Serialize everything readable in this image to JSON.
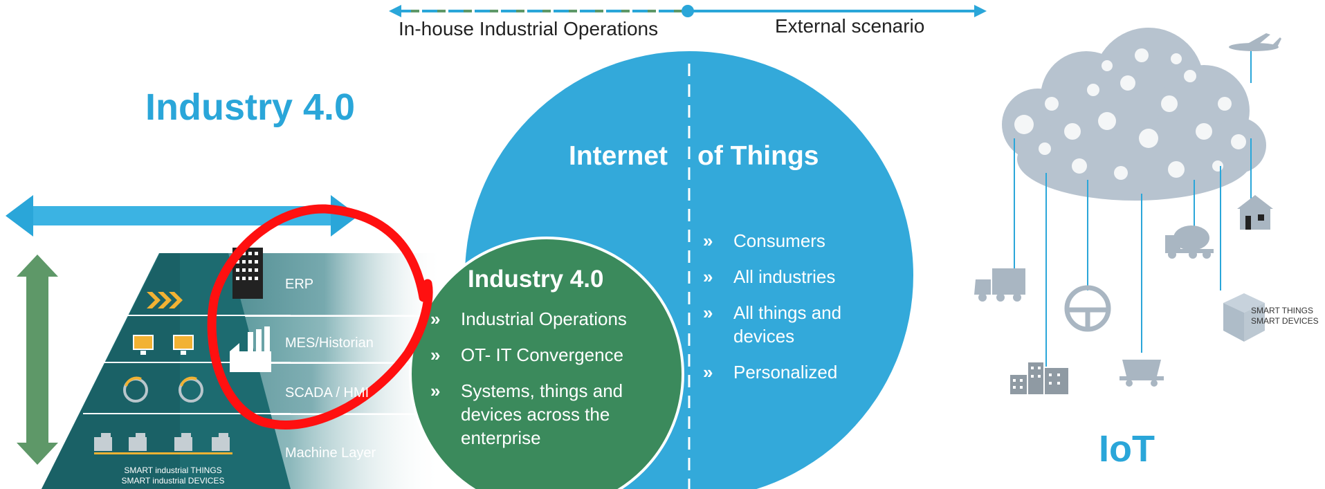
{
  "scenario_axis": {
    "left_label": "In-house Industrial Operations",
    "right_label": "External scenario"
  },
  "industry40_heading": "Industry 4.0",
  "pyramid": {
    "layers": [
      {
        "label": "ERP"
      },
      {
        "label": "MES/Historian"
      },
      {
        "label": "SCADA / HMI"
      },
      {
        "label": "Machine Layer"
      }
    ],
    "smart_caption_line1": "SMART industrial THINGS",
    "smart_caption_line2": "SMART industrial DEVICES"
  },
  "iot_circle": {
    "title_left": "Internet",
    "title_right": "of Things",
    "bullets": [
      {
        "text_line1": "Consumers",
        "text_line2": ""
      },
      {
        "text_line1": "All industries",
        "text_line2": ""
      },
      {
        "text_line1": "All things and",
        "text_line2": "devices"
      },
      {
        "text_line1": "Personalized",
        "text_line2": ""
      }
    ]
  },
  "industry_circle": {
    "title": "Industry 4.0",
    "bullets": [
      {
        "text_line1": "Industrial Operations",
        "text_line2": "",
        "text_line3": ""
      },
      {
        "text_line1": "OT- IT Convergence",
        "text_line2": "",
        "text_line3": ""
      },
      {
        "text_line1": "Systems, things and",
        "text_line2": "devices across the",
        "text_line3": "enterprise"
      }
    ]
  },
  "bullet_glyph": "»",
  "iot_side": {
    "title": "IoT",
    "smart_things_line1": "SMART THINGS",
    "smart_things_line2": "SMART DEVICES"
  },
  "colors": {
    "accent_blue": "#2aa6d9",
    "circle_blue": "#33a9da",
    "circle_green": "#3b8a5c",
    "pyramid_teal": "#1d6b70",
    "annotation_red": "#ff0000",
    "icon_grey": "#a9b6c2"
  }
}
